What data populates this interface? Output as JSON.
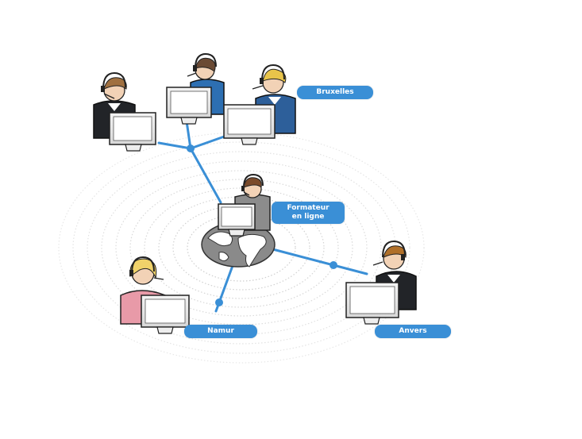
{
  "diagram": {
    "colors": {
      "accent": "#3a8fd6",
      "label_bg": "#3a8fd6",
      "label_text": "#ffffff",
      "rings": "#c9c9c9",
      "globe": "#8a8a8a"
    },
    "nodes": {
      "bruxelles": {
        "label": "Bruxelles"
      },
      "center": {
        "label": "Formateur\nen ligne"
      },
      "namur": {
        "label": "Namur"
      },
      "anvers": {
        "label": "Anvers"
      }
    }
  }
}
